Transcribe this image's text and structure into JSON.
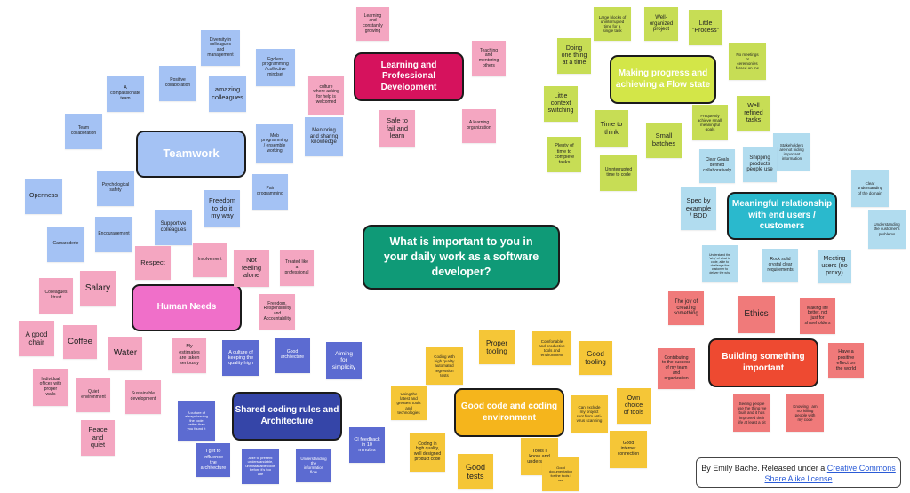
{
  "center": {
    "question": "What is important to you in\nyour daily work as a software\ndeveloper?"
  },
  "colors": {
    "blue": "#a4c2f4",
    "pink": "#f4a6c1",
    "green": "#c7dd55",
    "teal": "#b1dcef",
    "red": "#ef6a6a",
    "yellow": "#f5c637",
    "indigo": "#3f51b5",
    "magenta": "#e7339b",
    "lime": "#d3e648",
    "cyan": "#2ab9cd",
    "orange": "#ef4b2e",
    "gold": "#f5b51c"
  },
  "hubs": [
    {
      "id": "teamwork",
      "label": "Teamwork",
      "color": "#a4c2f4",
      "text": "#ffffff"
    },
    {
      "id": "human-needs",
      "label": "Human Needs",
      "color": "#f06fc9",
      "text": "#ffffff"
    },
    {
      "id": "learning",
      "label": "Learning and\nProfessional\nDevelopment",
      "color": "#d6125d",
      "text": "#ffffff"
    },
    {
      "id": "flow",
      "label": "Making progress and\nachieving a Flow state",
      "color": "#d3e648",
      "text": "#ffffff"
    },
    {
      "id": "end-users",
      "label": "Meaningful relationship\nwith end users /\ncustomers",
      "color": "#2ab9cd",
      "text": "#ffffff"
    },
    {
      "id": "meaningful",
      "label": "Building something\nimportant",
      "color": "#ee4a31",
      "text": "#ffffff"
    },
    {
      "id": "good-code",
      "label": "Good code and coding\nenvironment",
      "color": "#f5b51c",
      "text": "#ffffff"
    },
    {
      "id": "shared-rules",
      "label": "Shared coding rules and\nArchitecture",
      "color": "#3545a8",
      "text": "#ffffff"
    }
  ],
  "notes": [
    {
      "text": "Diversity in\ncolleagues\nand\nmanagement",
      "color": "blue"
    },
    {
      "text": "Egoless\nprogramming\n/ collective\nmindset",
      "color": "blue"
    },
    {
      "text": "Positive\ncollaboration",
      "color": "blue"
    },
    {
      "text": "amazing\ncolleagues",
      "color": "blue"
    },
    {
      "text": "A\ncompassionate\nteam",
      "color": "blue"
    },
    {
      "text": "Team\ncollaboration",
      "color": "blue"
    },
    {
      "text": "Mob\nprogramming\n/ ensemble\nworking",
      "color": "blue"
    },
    {
      "text": "Psychological\nsafety",
      "color": "blue"
    },
    {
      "text": "Openness",
      "color": "blue"
    },
    {
      "text": "Freedom\nto do it\nmy way",
      "color": "blue"
    },
    {
      "text": "Pair\nprogramming",
      "color": "blue"
    },
    {
      "text": "Supportive\ncolleagues",
      "color": "blue"
    },
    {
      "text": "Encouragement",
      "color": "blue"
    },
    {
      "text": "Camaraderie",
      "color": "blue"
    },
    {
      "text": "Mentoring\nand sharing\nknowledge",
      "color": "blue"
    },
    {
      "text": "Learning\nand\nconstantly\ngrowing",
      "color": "pink"
    },
    {
      "text": "Teaching\nand\nmentoring\nothers",
      "color": "pink"
    },
    {
      "text": "culture\nwhere asking\nfor help is\nwelcomed",
      "color": "pink"
    },
    {
      "text": "Safe to\nfail and\nlearn",
      "color": "pink"
    },
    {
      "text": "A learning\norganization",
      "color": "pink"
    },
    {
      "text": "Respect",
      "color": "pink"
    },
    {
      "text": "Involvement",
      "color": "pink"
    },
    {
      "text": "Not\nfeeling\nalone",
      "color": "pink"
    },
    {
      "text": "Treated like\na\nprofessional",
      "color": "pink"
    },
    {
      "text": "Salary",
      "color": "pink"
    },
    {
      "text": "Colleagues\nI trust",
      "color": "pink"
    },
    {
      "text": "Freedom,\nResponsibility\nand\nAccountability",
      "color": "pink"
    },
    {
      "text": "A good\nchair",
      "color": "pink"
    },
    {
      "text": "Coffee",
      "color": "pink"
    },
    {
      "text": "Water",
      "color": "pink"
    },
    {
      "text": "My\nestimates\nare taken\nseriously",
      "color": "pink"
    },
    {
      "text": "Individual\noffices with\nproper\nwalls",
      "color": "pink"
    },
    {
      "text": "Quiet\nenvironment",
      "color": "pink"
    },
    {
      "text": "Sustainable\ndevelopment",
      "color": "pink"
    },
    {
      "text": "Peace\nand\nquiet",
      "color": "pink"
    },
    {
      "text": "Large blocks of\nuninterrupted\ntime for a\nsingle task",
      "color": "green"
    },
    {
      "text": "Well-\norganized\nproject",
      "color": "green"
    },
    {
      "text": "Little\n\"Process\"",
      "color": "green"
    },
    {
      "text": "Doing\none thing\nat a time",
      "color": "green"
    },
    {
      "text": "No meetings\nor\nceremonies\nforced on me",
      "color": "green"
    },
    {
      "text": "Little\ncontext\nswitching",
      "color": "green"
    },
    {
      "text": "Well\nrefined\ntasks",
      "color": "green"
    },
    {
      "text": "Frequently\nachieve small,\nmeaningful\ngoals",
      "color": "green"
    },
    {
      "text": "Time to\nthink",
      "color": "green"
    },
    {
      "text": "Small\nbatches",
      "color": "green"
    },
    {
      "text": "Plenty of\ntime to\ncomplete\ntasks",
      "color": "green"
    },
    {
      "text": "Uninterrupted\ntime to code",
      "color": "green"
    },
    {
      "text": "Stakeholders\nare not hiding\nimportant\ninformation",
      "color": "teal"
    },
    {
      "text": "Clear Goals\ndefined\ncollaboratively",
      "color": "teal"
    },
    {
      "text": "Shipping\nproducts\npeople use",
      "color": "teal"
    },
    {
      "text": "Clear\nunderstanding\nof the domain",
      "color": "teal"
    },
    {
      "text": "Spec by\nexample\n/ BDD",
      "color": "teal"
    },
    {
      "text": "Understanding\nthe customer's\nproblems",
      "color": "teal"
    },
    {
      "text": "Understand the\n'why' of what to\ncode, able to\nchallenge the\ncustomer to\ndeliver the why",
      "color": "teal"
    },
    {
      "text": "Rock solid\ncrystal clear\nrequirements",
      "color": "teal"
    },
    {
      "text": "Meeting\nusers (no\nproxy)",
      "color": "teal"
    },
    {
      "text": "The joy of\ncreating\nsomething",
      "color": "red"
    },
    {
      "text": "Ethics",
      "color": "red"
    },
    {
      "text": "Making life\nbetter, not\njust for\nshareholders",
      "color": "red"
    },
    {
      "text": "Have a\npositive\neffect on\nthe world",
      "color": "red"
    },
    {
      "text": "Contributing\nto the success\nof my team\nand\norganization",
      "color": "red"
    },
    {
      "text": "Seeing people\nuse the thing we\nbuilt and it has\nimproved their\nlife at least a bit",
      "color": "red"
    },
    {
      "text": "Knowing I am\nnot killing\npeople with\nmy code",
      "color": "red"
    },
    {
      "text": "Proper\ntooling",
      "color": "yellow"
    },
    {
      "text": "Comfortable\nand productive\ntools and\nenvironment",
      "color": "yellow"
    },
    {
      "text": "Coding with\nhigh quality\nautomated\nregression\ntests",
      "color": "yellow"
    },
    {
      "text": "Good\ntooling",
      "color": "yellow"
    },
    {
      "text": "Using the\nlatest and\ngreatest tools\nand\ntechnologies",
      "color": "yellow"
    },
    {
      "text": "Own\nchoice\nof tools",
      "color": "yellow"
    },
    {
      "text": "Can exclude\nmy project\nroot from anti-\nvirus scanning",
      "color": "yellow"
    },
    {
      "text": "Coding in\nhigh quality,\nwell designed\nproduct code",
      "color": "yellow"
    },
    {
      "text": "Good\ninternet\nconnection",
      "color": "yellow"
    },
    {
      "text": "Tools I\nknow and\nunderstand",
      "color": "yellow"
    },
    {
      "text": "Good\ntests",
      "color": "yellow"
    },
    {
      "text": "Good\ndocumentation\nfor the tools I\nuse",
      "color": "yellow"
    },
    {
      "text": "A culture of\nkeeping the\nquality high",
      "color": "indigo"
    },
    {
      "text": "Good\narchitecture",
      "color": "indigo"
    },
    {
      "text": "Aiming\nfor\nsimplicity",
      "color": "indigo"
    },
    {
      "text": "A culture of\nalways leaving\nthe code\nbetter than\nyou found it",
      "color": "indigo"
    },
    {
      "text": "CI feedback\nin 10\nminutes",
      "color": "indigo"
    },
    {
      "text": "I get to\ninfluence\nthe\narchitecture",
      "color": "indigo"
    },
    {
      "text": "Able to present\nunderstandable,\nunmistakable code\nbefore it's too\nlate",
      "color": "indigo"
    },
    {
      "text": "Understanding\nthe\ninformation\nflow",
      "color": "indigo"
    }
  ],
  "credit": {
    "prefix": "By Emily Bache. Released under a ",
    "link": "Creative\nCommons Share Alike license"
  }
}
